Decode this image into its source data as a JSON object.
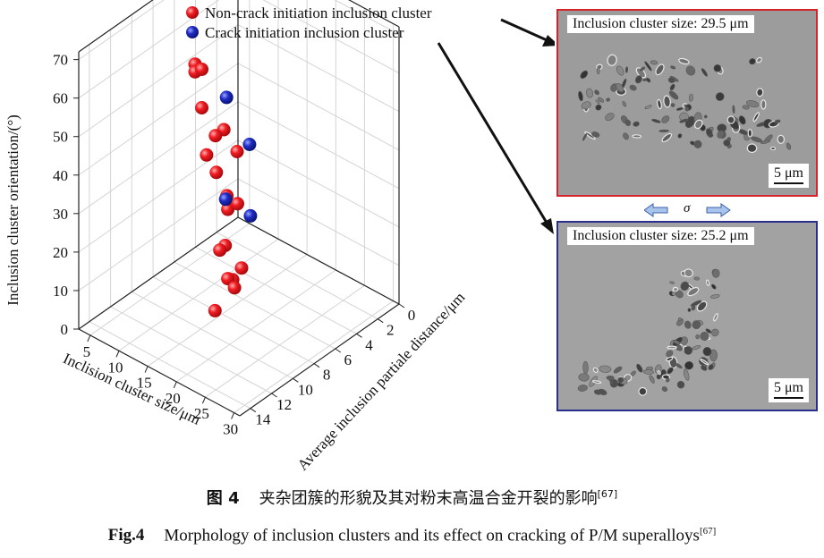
{
  "chart_data": {
    "type": "scatter",
    "xlabel": "Inclision cluster size/μm",
    "ylabel": "Inclusion cluster orientation/(°)",
    "zlabel": "Average inclusion partiale distance/μm",
    "x_ticks": [
      "5",
      "10",
      "15",
      "20",
      "25",
      "30"
    ],
    "y_ticks": [
      "0",
      "10",
      "20",
      "30",
      "40",
      "50",
      "60",
      "70"
    ],
    "z_ticks": [
      "14",
      "12",
      "10",
      "8",
      "6",
      "4",
      "2",
      "0"
    ],
    "xlim": [
      3,
      31
    ],
    "ylim": [
      0,
      72
    ],
    "zlim": [
      0,
      15
    ],
    "grid": true,
    "legend_position": "top",
    "series": [
      {
        "name": "Non-crack initiation inclusion cluster",
        "color": "#e8141b",
        "points": [
          {
            "x": 14,
            "y": 68,
            "z": 10
          },
          {
            "x": 14,
            "y": 66,
            "z": 10
          },
          {
            "x": 17,
            "y": 71,
            "z": 11
          },
          {
            "x": 17,
            "y": 61,
            "z": 11
          },
          {
            "x": 19,
            "y": 55,
            "z": 10
          },
          {
            "x": 12,
            "y": 42,
            "z": 7
          },
          {
            "x": 16,
            "y": 46,
            "z": 10
          },
          {
            "x": 14,
            "y": 36,
            "z": 8
          },
          {
            "x": 14,
            "y": 28,
            "z": 7
          },
          {
            "x": 16,
            "y": 28,
            "z": 8
          },
          {
            "x": 14,
            "y": 24,
            "z": 6
          },
          {
            "x": 10,
            "y": 8,
            "z": 5
          },
          {
            "x": 11,
            "y": 1,
            "z": 4
          },
          {
            "x": 15,
            "y": 7,
            "z": 7
          },
          {
            "x": 16,
            "y": 10,
            "z": 8
          },
          {
            "x": 25,
            "y": 58,
            "z": 12
          },
          {
            "x": 22,
            "y": 30,
            "z": 12
          },
          {
            "x": 19,
            "y": 12,
            "z": 9
          },
          {
            "x": 23,
            "y": 17,
            "z": 13
          }
        ]
      },
      {
        "name": "Crack initiation inclusion cluster",
        "color": "#1a27b6",
        "points": [
          {
            "x": 25,
            "y": 74,
            "z": 13
          },
          {
            "x": 29,
            "y": 65,
            "z": 13
          },
          {
            "x": 23,
            "y": 44,
            "z": 12
          },
          {
            "x": 31,
            "y": 50,
            "z": 14
          }
        ]
      }
    ]
  },
  "images": {
    "top": {
      "label": "Inclusion cluster size: 29.5 μm",
      "scale": "5 μm",
      "border_color": "#d6242a"
    },
    "bottom": {
      "label": "Inclusion cluster size: 25.2 μm",
      "scale": "5 μm",
      "border_color": "#2a2f8f"
    }
  },
  "stress_symbol": "σ",
  "caption_cn": {
    "num": "图 4",
    "text": "夹杂团簇的形貌及其对粉末高温合金开裂的影响",
    "ref": "[67]"
  },
  "caption_en": {
    "num": "Fig.4",
    "text": "Morphology of inclusion clusters and its effect on cracking of P/M superalloys",
    "ref": "[67]"
  }
}
